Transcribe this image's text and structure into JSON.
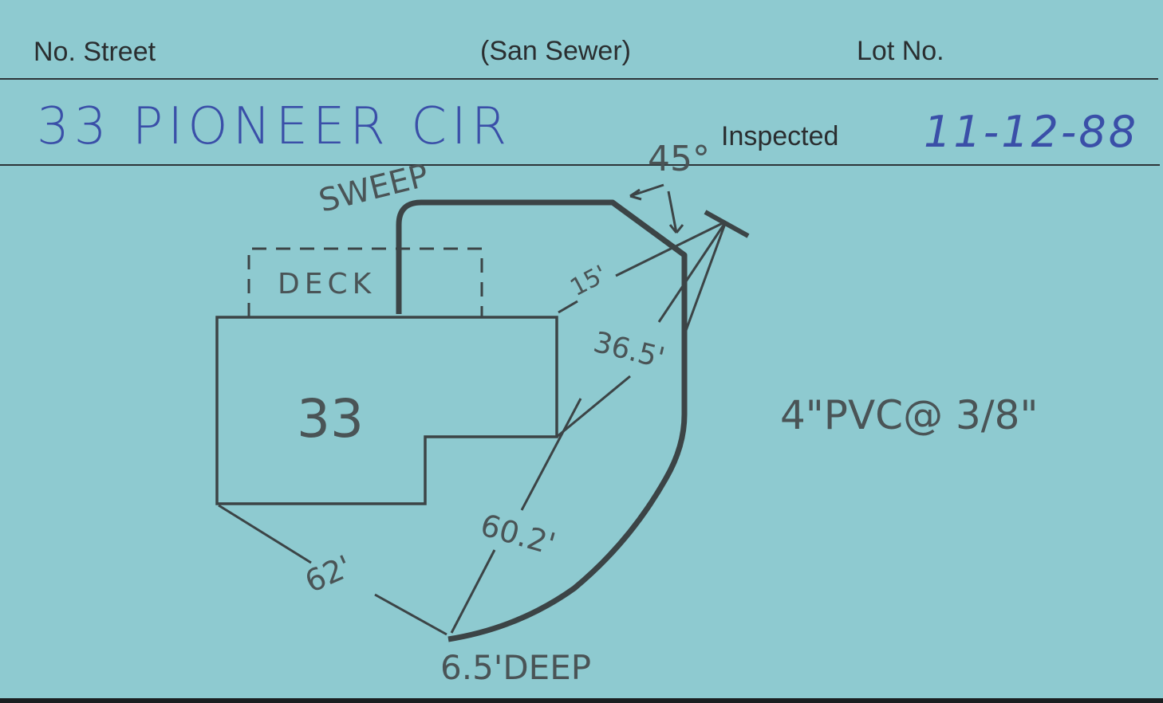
{
  "header": {
    "street_label": "No. Street",
    "service_label": "(San Sewer)",
    "lot_label": "Lot No.",
    "inspected_label": "Inspected"
  },
  "entry": {
    "address": "33 PIONEER CIR",
    "inspected_date": "11-12-88"
  },
  "sketch": {
    "sweep_note": "SWEEP",
    "angle_note": "45°",
    "deck_label": "DECK",
    "house_number": "33",
    "dim_15": "15'",
    "dim_36_5": "36.5'",
    "dim_60_2": "60.2'",
    "dim_62": "62'",
    "depth_note": "6.5'DEEP",
    "pipe_note": "4\"PVC@ 3/8\""
  },
  "colors": {
    "card": "#8ecad0",
    "ink_blue": "#3a4fa8",
    "pencil": "#3c4446"
  }
}
